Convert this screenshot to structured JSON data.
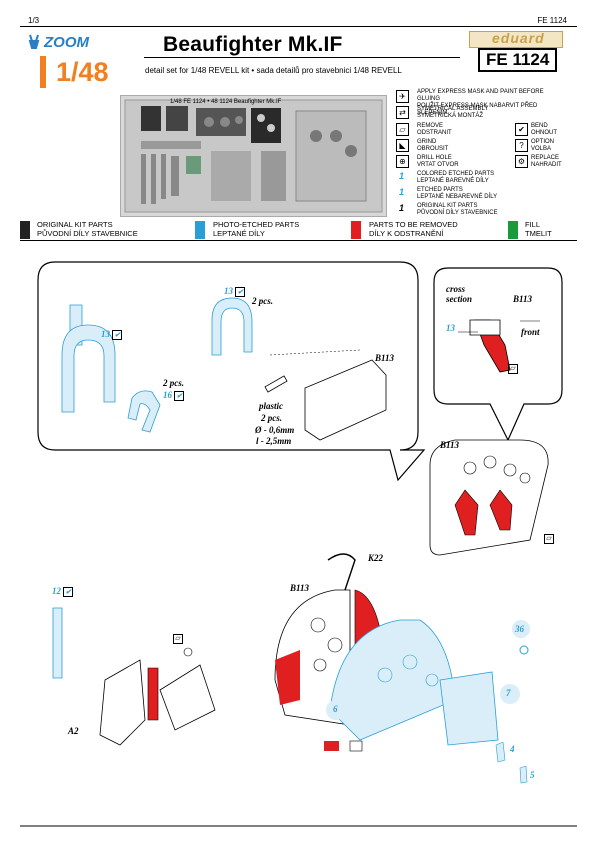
{
  "header": {
    "page": "1/3",
    "code_top": "FE 1124",
    "zoom": "ZOOM",
    "scale": "1/48",
    "title": "Beaufighter Mk.IF",
    "subtitle": "detail set for 1/48 REVELL kit • sada detailů pro stavebnici 1/48 REVELL",
    "brand": "eduard",
    "code": "FE 1124"
  },
  "fret": {
    "caption": "1/48   FE 1124 • 48 1124  Beaufighter Mk.IF"
  },
  "legend": {
    "items": [
      {
        "icon": "mask-icon",
        "glyph": "✈",
        "text1": "APPLY EXPRESS MASK AND PAINT BEFORE GLUING",
        "text2": "POUŽIT EXPRESS MASK NABARVIT PŘED SLEPENÍM"
      },
      {
        "icon": "symmetric-icon",
        "glyph": "⇄",
        "text1": "SYMETRICAL ASSEMBLY",
        "text2": "SYMETRICKÁ MONTÁŽ"
      },
      {
        "icon": "remove-icon",
        "glyph": "▱",
        "text1": "REMOVE",
        "text2": "ODSTRANIT"
      },
      {
        "icon": "grind-icon",
        "glyph": "◣",
        "text1": "GRIND",
        "text2": "OBROUSIT"
      },
      {
        "icon": "drill-icon",
        "glyph": "⊕",
        "text1": "DRILL HOLE",
        "text2": "VRTAT OTVOR"
      },
      {
        "icon": "bend-icon",
        "glyph": "✔",
        "text1": "BEND",
        "text2": "OHNOUT"
      },
      {
        "icon": "option-icon",
        "glyph": "?",
        "text1": "OPTION",
        "text2": "VOLBA"
      },
      {
        "icon": "replace-icon",
        "glyph": "⚙",
        "text1": "REPLACE",
        "text2": "NAHRADIT"
      },
      {
        "num": "1",
        "color": "#2a9fd6",
        "text1": "COLORED ETCHED PARTS",
        "text2": "LEPTANÉ BAREVNÉ DÍLY"
      },
      {
        "num": "1",
        "color": "#2a9fd6",
        "text1": "ETCHED PARTS",
        "text2": "LEPTANÉ NEBAREVNÉ DÍLY"
      },
      {
        "num": "1",
        "color": "#000000",
        "text1": "ORIGINAL KIT PARTS",
        "text2": "PŮVODNÍ DÍLY STAVEBNICE"
      }
    ]
  },
  "bar": {
    "cells": [
      {
        "line1": "ORIGINAL KIT PARTS",
        "line2": "PŮVODNÍ DÍLY STAVEBNICE",
        "color": "#222222"
      },
      {
        "line1": "PHOTO-ETCHED PARTS",
        "line2": "LEPTANÉ DÍLY",
        "color": "#2a9fd6"
      },
      {
        "line1": "PARTS TO BE REMOVED",
        "line2": "DÍLY K ODSTRANĚNÍ",
        "color": "#e02020"
      },
      {
        "line1": "FILL",
        "line2": "TMELIT",
        "color": "#1a9a3a"
      }
    ]
  },
  "colors": {
    "blue": "#2a9fd6",
    "red": "#e02020",
    "orange": "#f08020",
    "green": "#1a9a3a"
  },
  "diagram": {
    "n13a": "13",
    "n16": "16",
    "pcs2a": "2 pcs.",
    "n13b": "13",
    "pcs2b": "2 pcs.",
    "plastic": "plastic",
    "pcs2c": "2 pcs.",
    "dia1": "Ø - 0,6mm",
    "dia2": "l - 2,5mm",
    "b113a": "B113",
    "cross": "cross",
    "section": "section",
    "b113b": "B113",
    "n13c": "13",
    "front": "front",
    "b113c": "B113",
    "k22": "K22",
    "b113d": "B113",
    "n12": "12",
    "a2": "A2",
    "n36": "36",
    "n6": "6",
    "n7": "7",
    "n4": "4",
    "n5": "5"
  }
}
